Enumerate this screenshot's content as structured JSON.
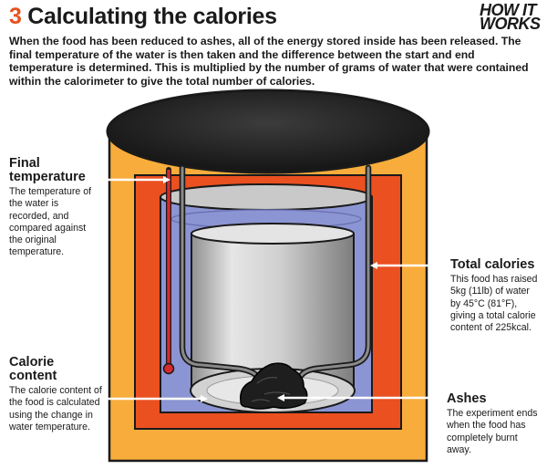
{
  "header": {
    "number": "3",
    "title": "Calculating the calories",
    "logo_line1": "HOW IT",
    "logo_line2": "WORKS"
  },
  "intro": "When the food has been reduced to ashes, all of the energy stored inside has been released. The final temperature of the water is then taken and the difference between the start and end temperature is determined. This is multiplied by the number of grams of water that were contained within the calorimeter to give the total number of calories.",
  "callouts": {
    "final_temperature": {
      "title_line1": "Final",
      "title_line2": "temperature",
      "body": "The temperature of the water is recorded, and compared against the original temperature."
    },
    "calorie_content": {
      "title_line1": "Calorie",
      "title_line2": "content",
      "body": "The calorie content of the food is calculated using the change in water temperature."
    },
    "total_calories": {
      "title": "Total calories",
      "body": "This food has raised 5kg (11lb) of water by 45°C (81°F), giving a total calorie content of 225kcal."
    },
    "ashes": {
      "title": "Ashes",
      "body": "The experiment ends when the food has completely burnt away."
    }
  },
  "colors": {
    "accent": "#e8501f",
    "outer_insulation": "#f8ac3c",
    "inner_wall": "#ea5020",
    "water": "#8c95d3",
    "lid": "#262626",
    "chamber": "#c9c9c9",
    "thermometer": "#d62a2a"
  }
}
